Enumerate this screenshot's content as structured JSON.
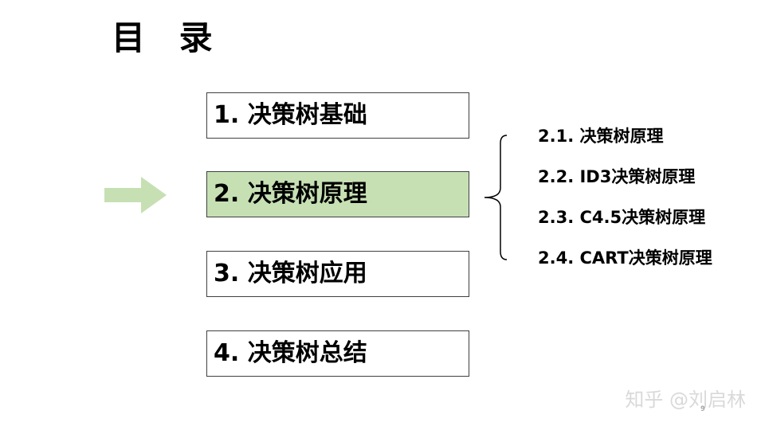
{
  "title": "目 录",
  "sections": [
    {
      "label": "1. 决策树基础",
      "active": false
    },
    {
      "label": "2. 决策树原理",
      "active": true
    },
    {
      "label": "3. 决策树应用",
      "active": false
    },
    {
      "label": "4. 决策树总结",
      "active": false
    }
  ],
  "subsections": [
    "2.1. 决策树原理",
    "2.2. ID3决策树原理",
    "2.3. C4.5决策树原理",
    "2.4. CART决策树原理"
  ],
  "colors": {
    "active_fill": "#c6e0b4",
    "arrow_fill": "#c6e0b4",
    "border": "#404040"
  },
  "watermark": "知乎 @刘启林",
  "page_number": "9"
}
